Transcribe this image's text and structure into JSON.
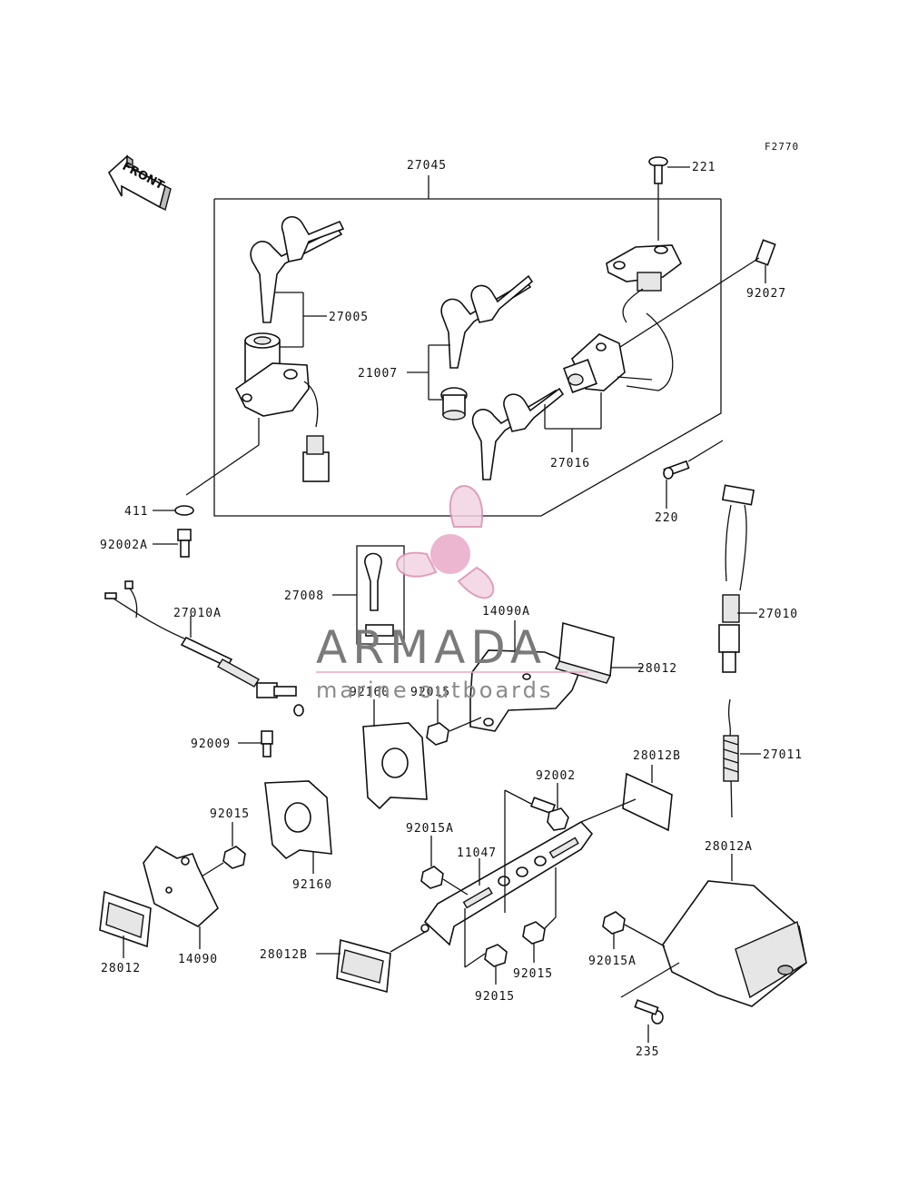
{
  "figure_code": "F2770",
  "front_label": "FRONT",
  "watermark": {
    "brand": "ARMADA",
    "tagline": "marine outboards"
  },
  "labels": {
    "p27045": "27045",
    "p221": "221",
    "p92027": "92027",
    "p27005": "27005",
    "p21007": "21007",
    "p27016": "27016",
    "p220": "220",
    "p411": "411",
    "p92002A": "92002A",
    "p27008": "27008",
    "p27010A": "27010A",
    "p14090A": "14090A",
    "p28012_top": "28012",
    "p27010": "27010",
    "p92160_top": "92160",
    "p92015_top": "92015",
    "p92009": "92009",
    "p27011": "27011",
    "p28012B_right": "28012B",
    "p92002": "92002",
    "p92015": "92015",
    "p92015A_mid": "92015A",
    "p11047": "11047",
    "p28012A": "28012A",
    "p92160_bot": "92160",
    "p28012_left": "28012",
    "p14090": "14090",
    "p28012B_bot": "28012B",
    "p92015_b1": "92015",
    "p92015_b2": "92015",
    "p92015A_right": "92015A",
    "p235": "235"
  }
}
